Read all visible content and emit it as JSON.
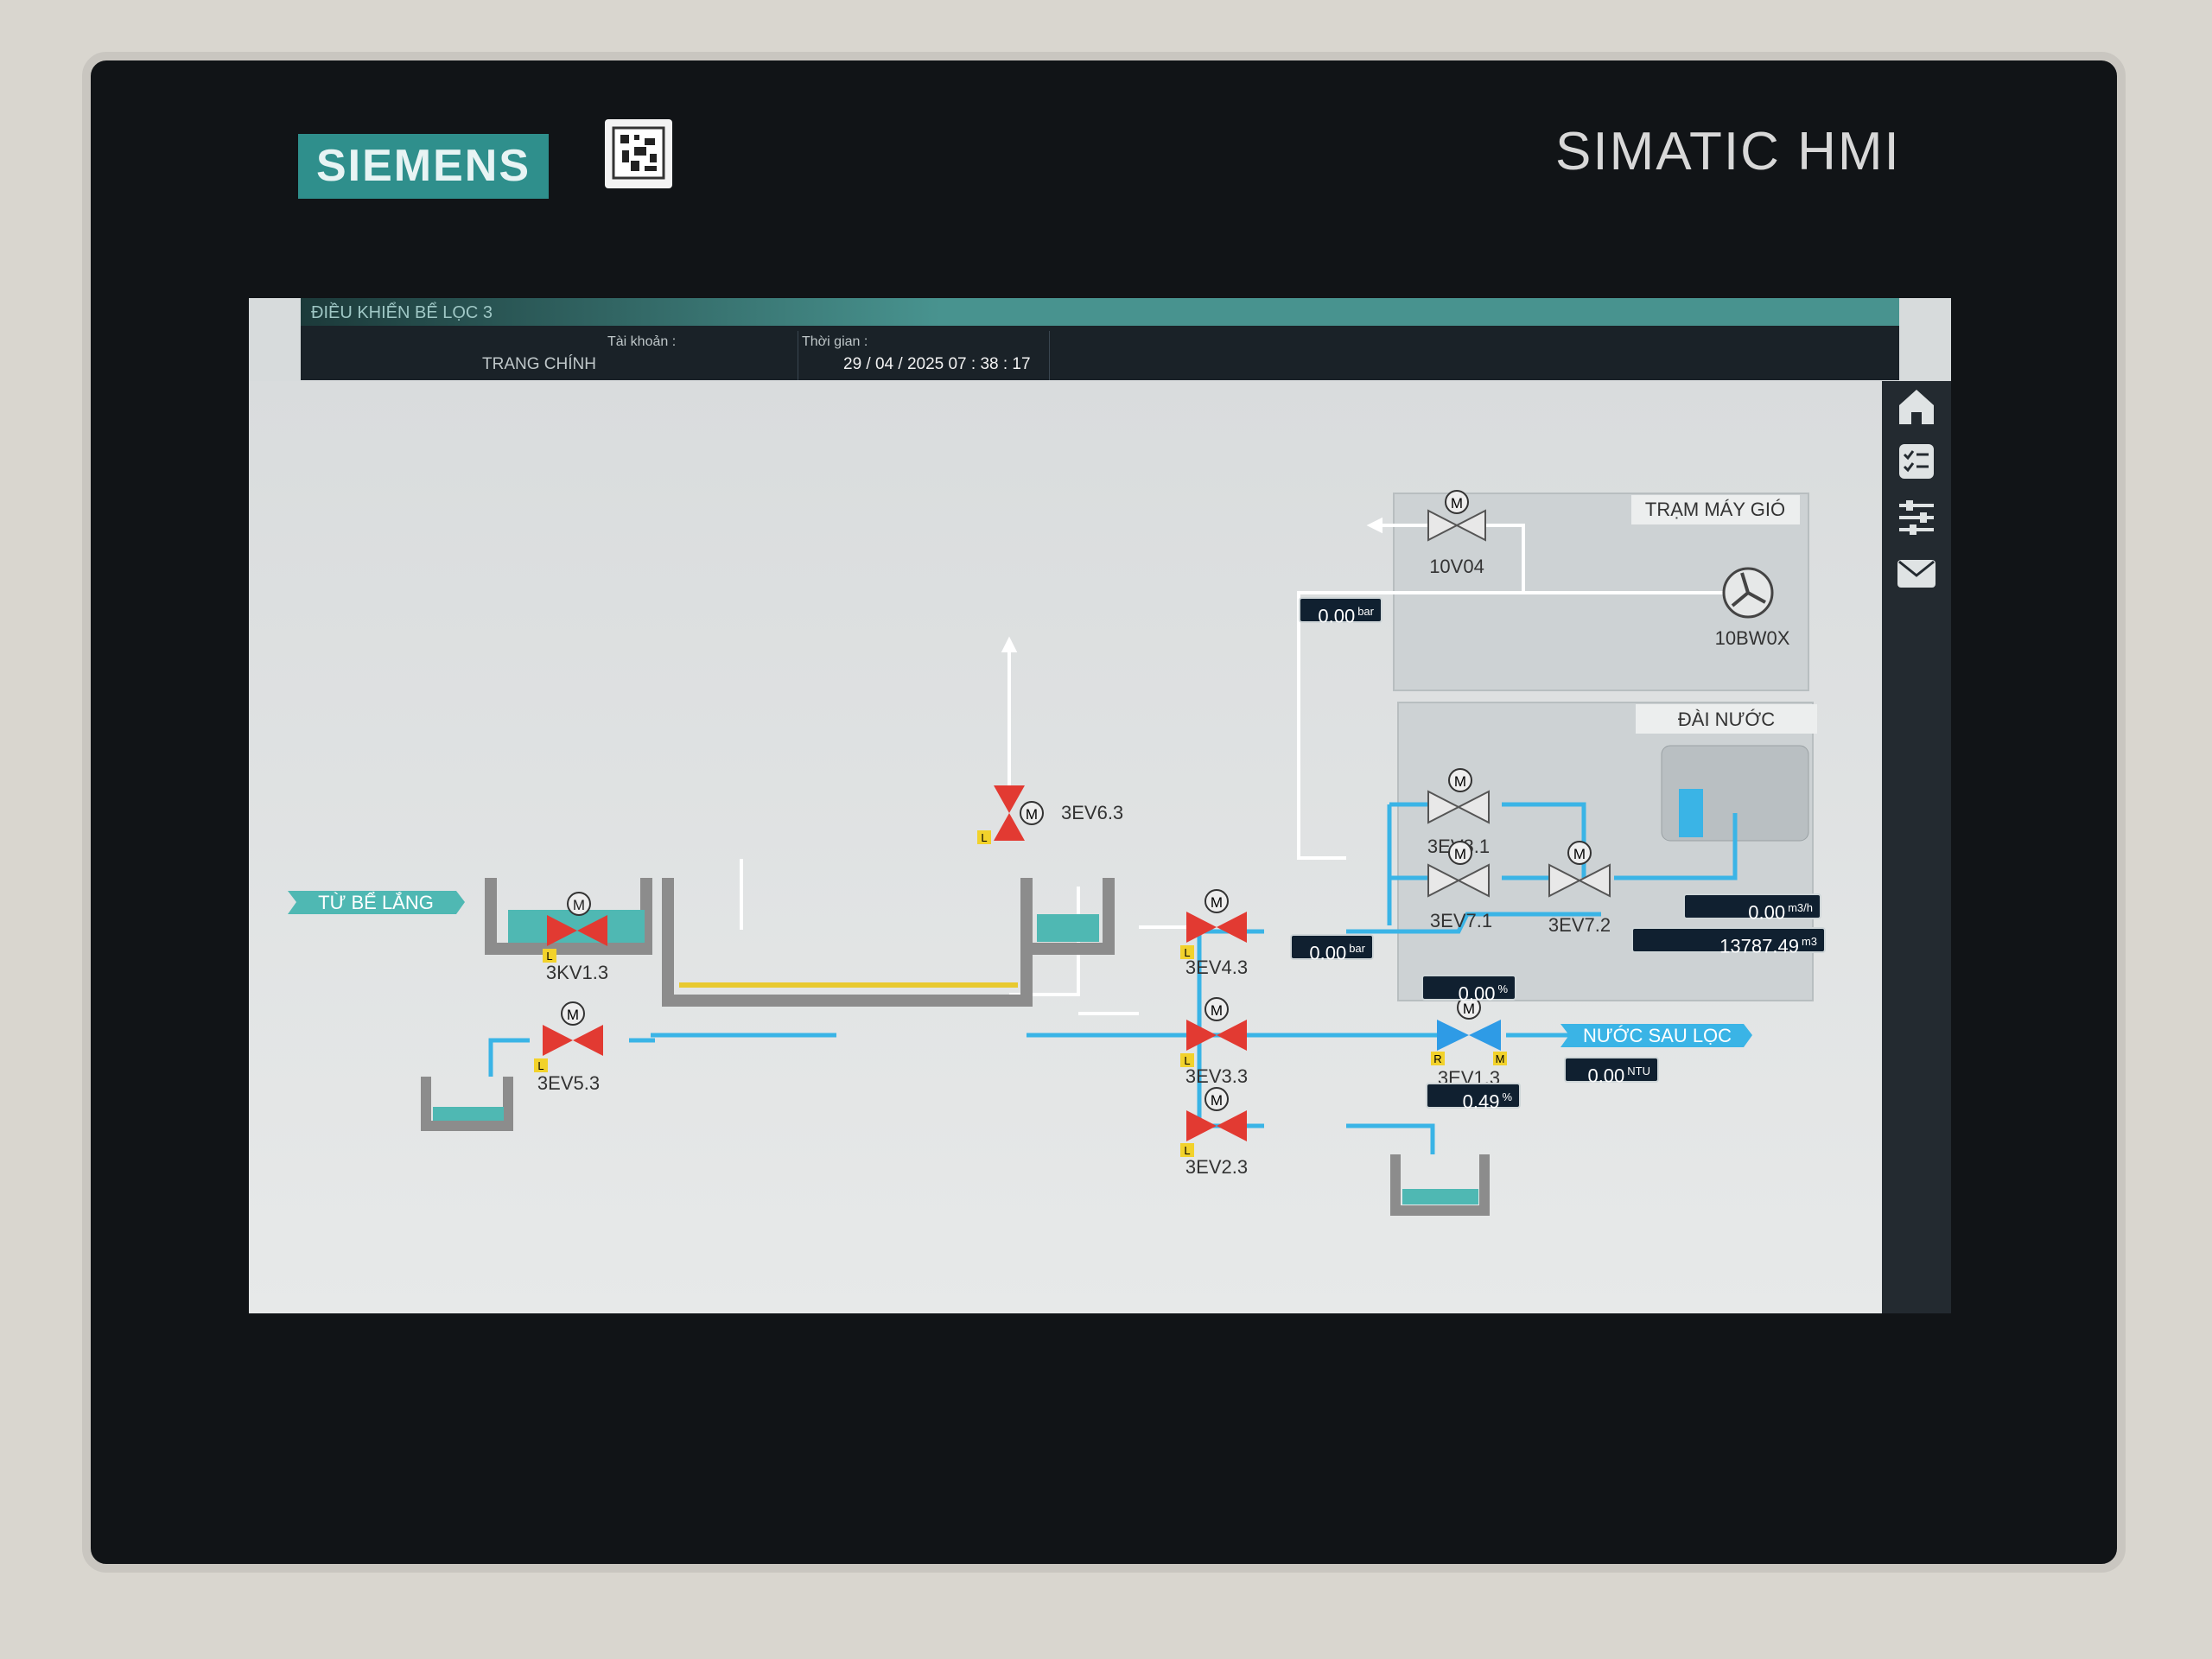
{
  "device": {
    "brand": "SIEMENS",
    "product": "SIMATIC HMI"
  },
  "header": {
    "screen_title": "ĐIỀU KHIỂN BỂ LỌC 3",
    "account_label": "Tài khoản :",
    "account_value": "",
    "time_label": "Thời gian :",
    "datetime": "29 / 04 / 2025 07 : 38 : 17",
    "home_link": "TRANG CHÍNH"
  },
  "panels": {
    "air_station": "TRẠM MÁY GIÓ",
    "water_tower": "ĐÀI NƯỚC"
  },
  "flags": {
    "inlet": "TỪ BỂ LẮNG",
    "outlet": "NƯỚC SAU LỌC"
  },
  "valves": {
    "v3kv13": "3KV1.3",
    "v3ev53": "3EV5.3",
    "v3ev63": "3EV6.3",
    "v3ev43": "3EV4.3",
    "v3ev33": "3EV3.3",
    "v3ev23": "3EV2.3",
    "v3ev13": "3EV1.3",
    "v3ev81": "3EV8.1",
    "v3ev71": "3EV7.1",
    "v3ev72": "3EV7.2",
    "v10v04": "10V04"
  },
  "blower": {
    "label": "10BW0X"
  },
  "tags": {
    "motor": "M",
    "local": "L",
    "remote": "R"
  },
  "values": {
    "air_pressure": {
      "value": "0.00",
      "unit": "bar"
    },
    "line_pressure": {
      "value": "0.00",
      "unit": "bar"
    },
    "flow_rate": {
      "value": "0.00",
      "unit": "m3/h"
    },
    "total_volume": {
      "value": "13787.49",
      "unit": "m3"
    },
    "valve_open_pct": {
      "value": "0.00",
      "unit": "%"
    },
    "valve_feedback_pct": {
      "value": "0.49",
      "unit": "%"
    },
    "turbidity": {
      "value": "0.00",
      "unit": "NTU"
    }
  },
  "colors": {
    "valve_active": "#e23a32",
    "valve_idle": "#e8e8e8",
    "valve_control": "#2e9be6",
    "water": "#4fb8b3",
    "pipe_water": "#3ab4e6",
    "pipe_air": "#ffffff",
    "tank_wall": "#8c8c8c",
    "accent": "#48938f"
  },
  "nav_icons": [
    "home-icon",
    "checklist-icon",
    "sliders-icon",
    "mail-icon"
  ]
}
